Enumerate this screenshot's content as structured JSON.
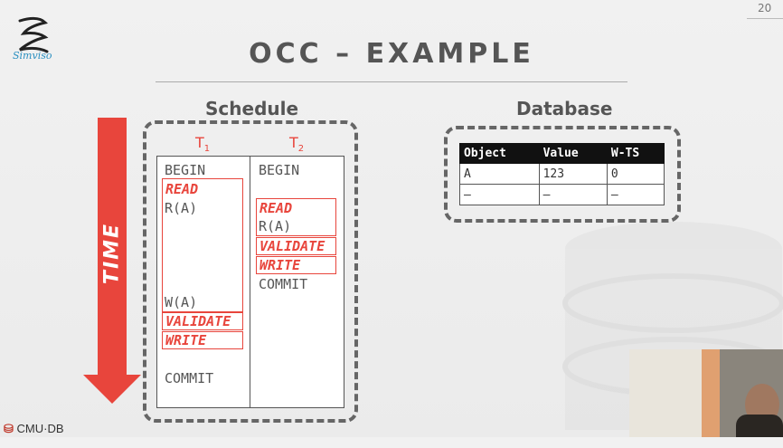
{
  "slide_number": "20",
  "logo_text": "Simviso",
  "title": "OCC – EXAMPLE",
  "schedule": {
    "label": "Schedule",
    "time_label": "TIME",
    "t1": {
      "name": "T",
      "sub": "1"
    },
    "t2": {
      "name": "T",
      "sub": "2"
    },
    "t1_ops": {
      "begin": "BEGIN",
      "read_phase": "READ",
      "read_op": "R(A)",
      "write_op": "W(A)",
      "validate": "VALIDATE",
      "write": "WRITE",
      "commit": "COMMIT"
    },
    "t2_ops": {
      "begin": "BEGIN",
      "read_phase": "READ",
      "read_op": "R(A)",
      "validate": "VALIDATE",
      "write": "WRITE",
      "commit": "COMMIT"
    }
  },
  "database": {
    "label": "Database",
    "headers": [
      "Object",
      "Value",
      "W-TS"
    ],
    "rows": [
      [
        "A",
        "123",
        "0"
      ],
      [
        "–",
        "–",
        "–"
      ]
    ]
  },
  "footer": {
    "brand": "CMU·DB"
  },
  "colors": {
    "accent": "#e8453c",
    "text": "#555555",
    "dash": "#666666"
  }
}
